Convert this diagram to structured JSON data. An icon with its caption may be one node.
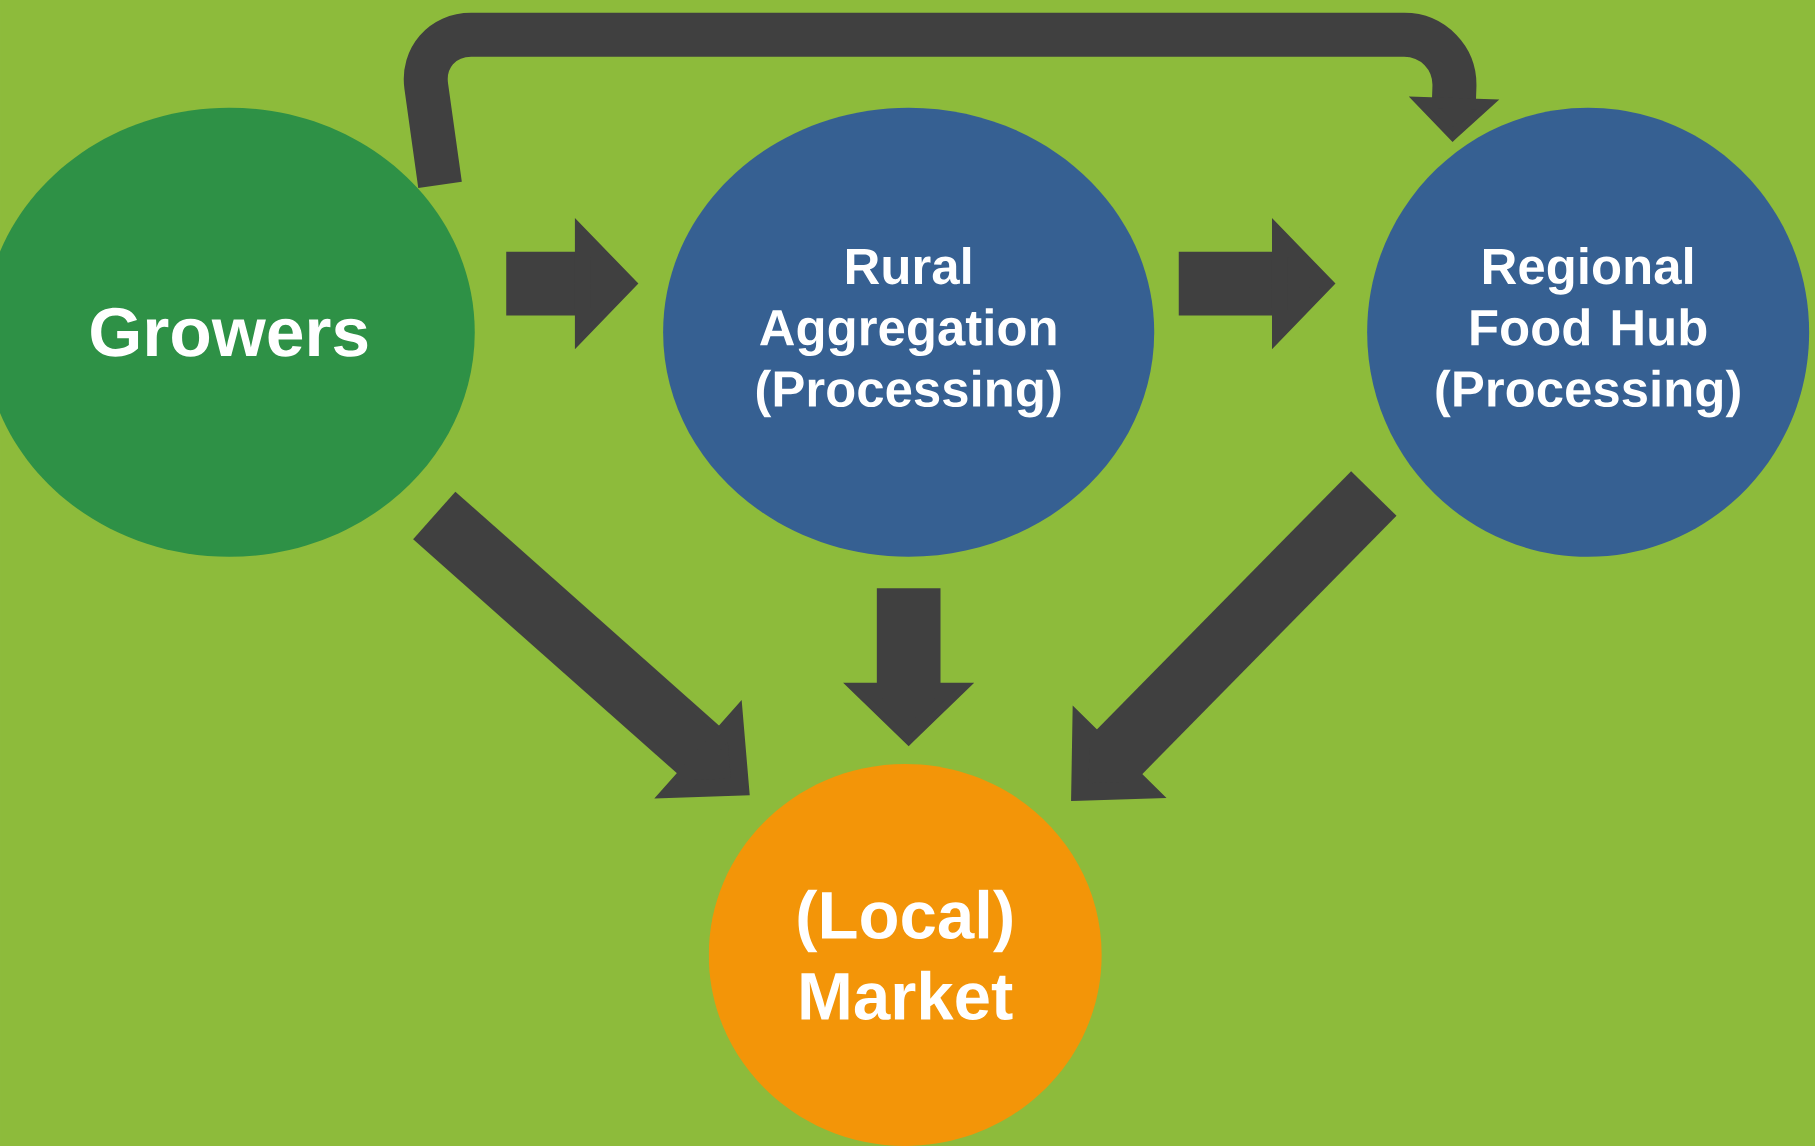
{
  "diagram": {
    "nodes": [
      {
        "text": [
          "Growers"
        ]
      },
      {
        "text": [
          "Rural Aggregation (Processing)"
        ]
      },
      {
        "text": [
          "Regional Food Hub (Processing)"
        ]
      },
      {
        "text": [
          "(Local) Market"
        ]
      }
    ],
    "edges": [
      {
        "from": 0,
        "to": 1,
        "arrow": "to"
      },
      {
        "from": 1,
        "to": 2,
        "arrow": "to"
      },
      {
        "from": 0,
        "to": 2,
        "arrow": "to"
      },
      {
        "from": 0,
        "to": 3,
        "arrow": "to"
      },
      {
        "from": 1,
        "to": 3,
        "arrow": "to"
      },
      {
        "from": 2,
        "to": 3,
        "arrow": "to"
      }
    ]
  }
}
